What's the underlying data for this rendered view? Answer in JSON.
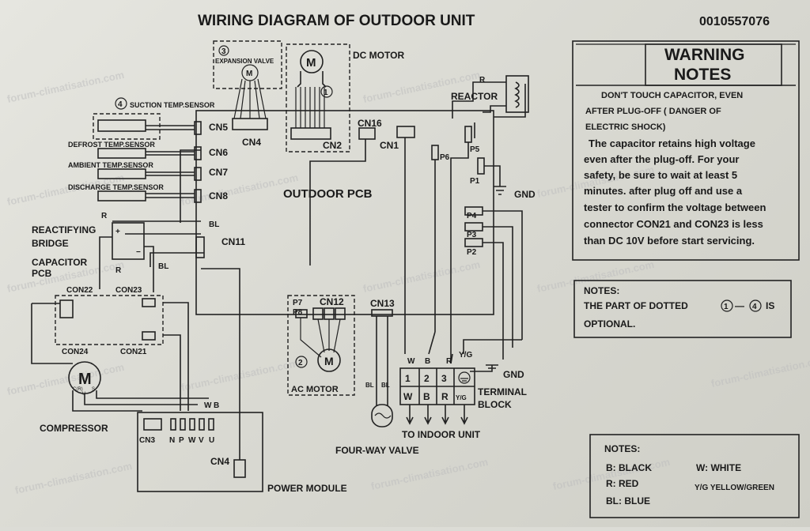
{
  "title": "WIRING DIAGRAM OF OUTDOOR UNIT",
  "doc_number": "0010557076",
  "warning": {
    "heading1": "WARNING",
    "heading2": "NOTES",
    "lines": [
      "DON'T TOUCH CAPACITOR, EVEN",
      "AFTER PLUG-OFF ( DANGER OF",
      "ELECTRIC SHOCK)",
      "The capacitor retains high voltage",
      "even after the plug-off. For your",
      "safety, be sure to wait at least 5",
      "minutes. after plug off and use a",
      "tester to confirm the voltage between",
      "connector CON21 and CON23 is less",
      "than DC 10V before start servicing."
    ]
  },
  "optional_note": {
    "heading": "NOTES:",
    "line1": "THE PART OF DOTTED",
    "range_start": "1",
    "dash": "—",
    "range_end": "4",
    "suffix": "IS",
    "line2": "OPTIONAL."
  },
  "color_notes": {
    "heading": "NOTES:",
    "b": "B:  BLACK",
    "r": "R:  RED",
    "bl": "BL:  BLUE",
    "w": "W:  WHITE",
    "yg": "Y/G YELLOW/GREEN"
  },
  "labels": {
    "expansion_valve": "EXPANSION VALVE",
    "dc_motor": "DC MOTOR",
    "reactor": "REACTOR",
    "suction_sensor": "SUCTION TEMP.SENSOR",
    "defrost_sensor": "DEFROST TEMP.SENSOR",
    "ambient_sensor": "AMBIENT TEMP.SENSOR",
    "discharge_sensor": "DISCHARGE TEMP.SENSOR",
    "outdoor_pcb": "OUTDOOR PCB",
    "reactifying_bridge_1": "REACTIFYING",
    "reactifying_bridge_2": "BRIDGE",
    "capacitor_pcb_1": "CAPACITOR",
    "capacitor_pcb_2": "PCB",
    "compressor": "COMPRESSOR",
    "ac_motor": "AC MOTOR",
    "four_way_valve": "FOUR-WAY VALVE",
    "to_indoor_unit": "TO INDOOR UNIT",
    "terminal_block_1": "TERMINAL",
    "terminal_block_2": "BLOCK",
    "power_module": "POWER MODULE",
    "gnd": "GND",
    "gnd2": "GND"
  },
  "connectors": {
    "cn5": "CN5",
    "cn6": "CN6",
    "cn7": "CN7",
    "cn8": "CN8",
    "cn4_top": "CN4",
    "cn2": "CN2",
    "cn16": "CN16",
    "cn1": "CN1",
    "cn11": "CN11",
    "cn12": "CN12",
    "cn13": "CN13",
    "cn3": "CN3",
    "cn4_bottom": "CN4",
    "con22": "CON22",
    "con23": "CON23",
    "con24": "CON24",
    "con21": "CON21",
    "p1": "P1",
    "p2": "P2",
    "p3": "P3",
    "p4": "P4",
    "p5": "P5",
    "p6": "P6",
    "p7": "P7",
    "p8": "P8"
  },
  "optional_marks": {
    "m1": "1",
    "m2": "2",
    "m3": "3",
    "m4": "4"
  },
  "wire_letters": {
    "r_reactor": "R",
    "r_bridge": "R",
    "r_cap": "R",
    "bl_bridge": "BL",
    "bl_cap": "BL",
    "w_tb": "W",
    "b_tb": "B",
    "r_tb": "R",
    "yg_tb": "Y/G",
    "bl_valve1": "BL",
    "bl_valve2": "BL",
    "w_pm": "W",
    "b_pm": "B",
    "plus": "+",
    "minus": "−"
  },
  "terminal_block": {
    "top": [
      "1",
      "2",
      "3"
    ],
    "bottom": [
      "W",
      "B",
      "R",
      "Y/G"
    ]
  },
  "power_pins": [
    "N",
    "P",
    "W",
    "V",
    "U"
  ],
  "compressor_pins": [
    "C(R)",
    "S",
    "U"
  ],
  "motor_symbol": "M",
  "watermark": "forum-climatisation.com"
}
